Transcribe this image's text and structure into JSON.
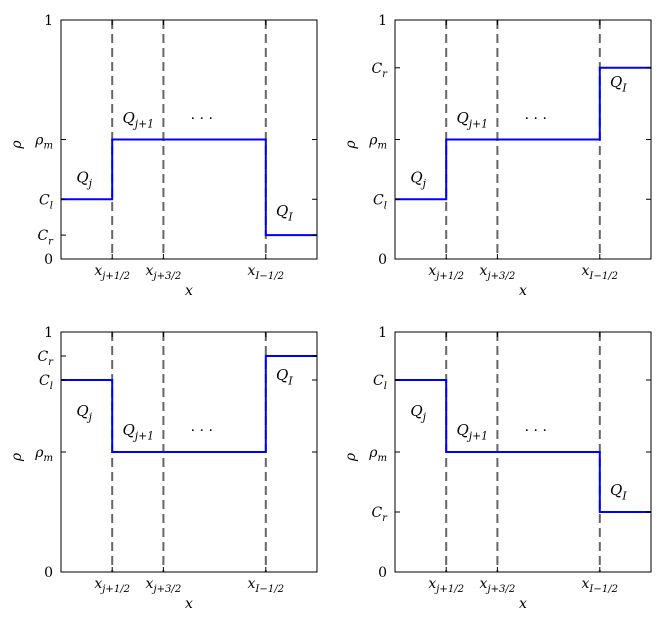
{
  "figure": {
    "colors": {
      "line": "#0000ff",
      "dashed": "#666666",
      "axes": "#000000"
    }
  },
  "chart_data": [
    {
      "type": "line",
      "panel": "top-left",
      "xlabel": "x",
      "ylabel": "ρ",
      "ylim": [
        0,
        1
      ],
      "ytick_labels": [
        {
          "label": "0",
          "y": 0
        },
        {
          "label": "C_r",
          "y": 0.1
        },
        {
          "label": "C_l",
          "y": 0.25
        },
        {
          "label": "ρ_m",
          "y": 0.5
        },
        {
          "label": "1",
          "y": 1
        }
      ],
      "xtick_labels": [
        {
          "label": "x_{j+1/2}",
          "x": 1
        },
        {
          "label": "x_{j+3/2}",
          "x": 2
        },
        {
          "label": "x_{I-1/2}",
          "x": 4
        }
      ],
      "xlim": [
        0,
        5
      ],
      "interfaces": [
        1,
        2,
        4
      ],
      "series": [
        {
          "x": [
            0,
            1,
            1,
            4,
            4,
            5
          ],
          "y": [
            0.25,
            0.25,
            0.5,
            0.5,
            0.1,
            0.1
          ]
        }
      ],
      "annotations": [
        {
          "text": "Q_j",
          "x": 0.3,
          "y": 0.32
        },
        {
          "text": "Q_{j+1}",
          "x": 1.2,
          "y": 0.57
        },
        {
          "text": "...",
          "x": 2.75,
          "y": 0.57
        },
        {
          "text": "Q_I",
          "x": 4.2,
          "y": 0.18
        }
      ]
    },
    {
      "type": "line",
      "panel": "top-right",
      "xlabel": "x",
      "ylabel": "ρ",
      "ylim": [
        0,
        1
      ],
      "ytick_labels": [
        {
          "label": "0",
          "y": 0
        },
        {
          "label": "C_l",
          "y": 0.25
        },
        {
          "label": "ρ_m",
          "y": 0.5
        },
        {
          "label": "C_r",
          "y": 0.8
        },
        {
          "label": "1",
          "y": 1
        }
      ],
      "xtick_labels": [
        {
          "label": "x_{j+1/2}",
          "x": 1
        },
        {
          "label": "x_{j+3/2}",
          "x": 2
        },
        {
          "label": "x_{I-1/2}",
          "x": 4
        }
      ],
      "xlim": [
        0,
        5
      ],
      "interfaces": [
        1,
        2,
        4
      ],
      "series": [
        {
          "x": [
            0,
            1,
            1,
            4,
            4,
            5
          ],
          "y": [
            0.25,
            0.25,
            0.5,
            0.5,
            0.8,
            0.8
          ]
        }
      ],
      "annotations": [
        {
          "text": "Q_j",
          "x": 0.3,
          "y": 0.32
        },
        {
          "text": "Q_{j+1}",
          "x": 1.2,
          "y": 0.57
        },
        {
          "text": "...",
          "x": 2.75,
          "y": 0.57
        },
        {
          "text": "Q_I",
          "x": 4.2,
          "y": 0.72
        }
      ]
    },
    {
      "type": "line",
      "panel": "bottom-left",
      "xlabel": "x",
      "ylabel": "ρ",
      "ylim": [
        0,
        1
      ],
      "ytick_labels": [
        {
          "label": "0",
          "y": 0
        },
        {
          "label": "ρ_m",
          "y": 0.5
        },
        {
          "label": "C_l",
          "y": 0.8
        },
        {
          "label": "C_r",
          "y": 0.9
        },
        {
          "label": "1",
          "y": 1
        }
      ],
      "xtick_labels": [
        {
          "label": "x_{j+1/2}",
          "x": 1
        },
        {
          "label": "x_{j+3/2}",
          "x": 2
        },
        {
          "label": "x_{I-1/2}",
          "x": 4
        }
      ],
      "xlim": [
        0,
        5
      ],
      "interfaces": [
        1,
        2,
        4
      ],
      "series": [
        {
          "x": [
            0,
            1,
            1,
            4,
            4,
            5
          ],
          "y": [
            0.8,
            0.8,
            0.5,
            0.5,
            0.9,
            0.9
          ]
        }
      ],
      "annotations": [
        {
          "text": "Q_j",
          "x": 0.3,
          "y": 0.65
        },
        {
          "text": "Q_{j+1}",
          "x": 1.2,
          "y": 0.57
        },
        {
          "text": "...",
          "x": 2.75,
          "y": 0.57
        },
        {
          "text": "Q_I",
          "x": 4.2,
          "y": 0.8
        }
      ]
    },
    {
      "type": "line",
      "panel": "bottom-right",
      "xlabel": "x",
      "ylabel": "ρ",
      "ylim": [
        0,
        1
      ],
      "ytick_labels": [
        {
          "label": "0",
          "y": 0
        },
        {
          "label": "C_r",
          "y": 0.25
        },
        {
          "label": "ρ_m",
          "y": 0.5
        },
        {
          "label": "C_l",
          "y": 0.8
        },
        {
          "label": "1",
          "y": 1
        }
      ],
      "xtick_labels": [
        {
          "label": "x_{j+1/2}",
          "x": 1
        },
        {
          "label": "x_{j+3/2}",
          "x": 2
        },
        {
          "label": "x_{I-1/2}",
          "x": 4
        }
      ],
      "xlim": [
        0,
        5
      ],
      "interfaces": [
        1,
        2,
        4
      ],
      "series": [
        {
          "x": [
            0,
            1,
            1,
            4,
            4,
            5
          ],
          "y": [
            0.8,
            0.8,
            0.5,
            0.5,
            0.25,
            0.25
          ]
        }
      ],
      "annotations": [
        {
          "text": "Q_j",
          "x": 0.3,
          "y": 0.65
        },
        {
          "text": "Q_{j+1}",
          "x": 1.2,
          "y": 0.57
        },
        {
          "text": "...",
          "x": 2.75,
          "y": 0.57
        },
        {
          "text": "Q_I",
          "x": 4.2,
          "y": 0.32
        }
      ]
    }
  ]
}
